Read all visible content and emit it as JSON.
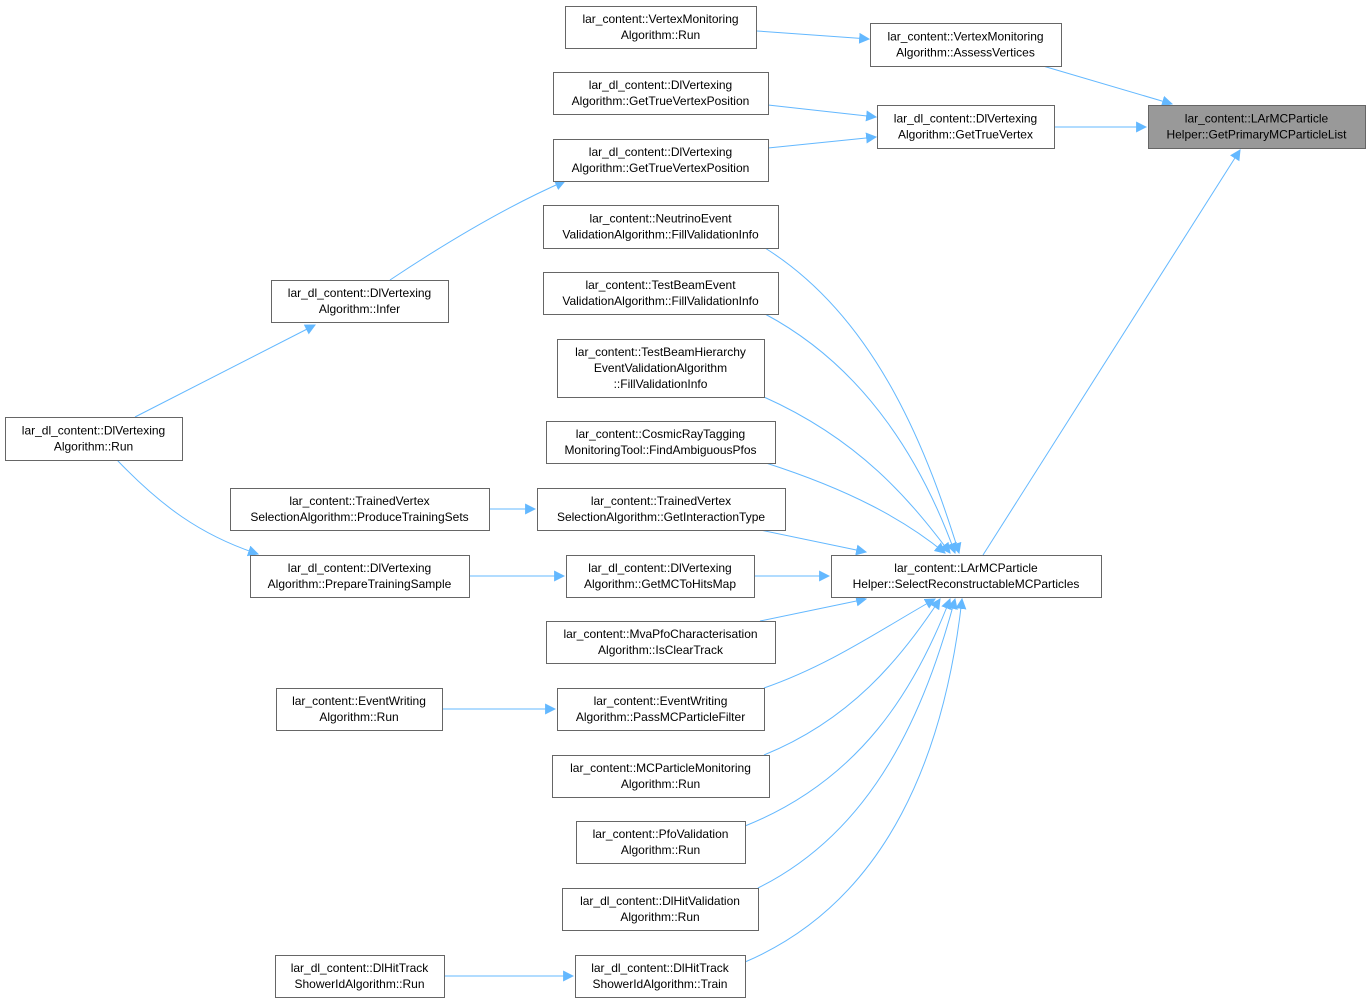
{
  "colors": {
    "edge": "#63b8ff",
    "focus_fill": "#999999",
    "node_border": "#666666",
    "background": "#ffffff"
  },
  "nodes": {
    "primary_list": [
      "lar_content::LArMCParticle",
      "Helper::GetPrimaryMCParticleList"
    ],
    "vm_assess": [
      "lar_content::VertexMonitoring",
      "Algorithm::AssessVertices"
    ],
    "vm_run": [
      "lar_content::VertexMonitoring",
      "Algorithm::Run"
    ],
    "dlv_gtv": [
      "lar_dl_content::DlVertexing",
      "Algorithm::GetTrueVertex"
    ],
    "dlv_gtvp1": [
      "lar_dl_content::DlVertexing",
      "Algorithm::GetTrueVertexPosition"
    ],
    "dlv_gtvp2": [
      "lar_dl_content::DlVertexing",
      "Algorithm::GetTrueVertexPosition"
    ],
    "dlv_infer": [
      "lar_dl_content::DlVertexing",
      "Algorithm::Infer"
    ],
    "dlv_run": [
      "lar_dl_content::DlVertexing",
      "Algorithm::Run"
    ],
    "nu_fvi": [
      "lar_content::NeutrinoEvent",
      "ValidationAlgorithm::FillValidationInfo"
    ],
    "tb_fvi": [
      "lar_content::TestBeamEvent",
      "ValidationAlgorithm::FillValidationInfo"
    ],
    "tbh_fvi": [
      "lar_content::TestBeamHierarchy",
      "EventValidationAlgorithm",
      "::FillValidationInfo"
    ],
    "crt_fap": [
      "lar_content::CosmicRayTagging",
      "MonitoringTool::FindAmbiguousPfos"
    ],
    "tvs_pts": [
      "lar_content::TrainedVertex",
      "SelectionAlgorithm::ProduceTrainingSets"
    ],
    "tvs_git": [
      "lar_content::TrainedVertex",
      "SelectionAlgorithm::GetInteractionType"
    ],
    "select_reco": [
      "lar_content::LArMCParticle",
      "Helper::SelectReconstructableMCParticles"
    ],
    "dlv_pts": [
      "lar_dl_content::DlVertexing",
      "Algorithm::PrepareTrainingSample"
    ],
    "dlv_gmth": [
      "lar_dl_content::DlVertexing",
      "Algorithm::GetMCToHitsMap"
    ],
    "mva_ict": [
      "lar_content::MvaPfoCharacterisation",
      "Algorithm::IsClearTrack"
    ],
    "ew_run": [
      "lar_content::EventWriting",
      "Algorithm::Run"
    ],
    "ew_pmcpf": [
      "lar_content::EventWriting",
      "Algorithm::PassMCParticleFilter"
    ],
    "mcpm_run": [
      "lar_content::MCParticleMonitoring",
      "Algorithm::Run"
    ],
    "pfov_run": [
      "lar_content::PfoValidation",
      "Algorithm::Run"
    ],
    "dlhv_run": [
      "lar_dl_content::DlHitValidation",
      "Algorithm::Run"
    ],
    "dlhts_run": [
      "lar_dl_content::DlHitTrack",
      "ShowerIdAlgorithm::Run"
    ],
    "dlhts_train": [
      "lar_dl_content::DlHitTrack",
      "ShowerIdAlgorithm::Train"
    ]
  }
}
